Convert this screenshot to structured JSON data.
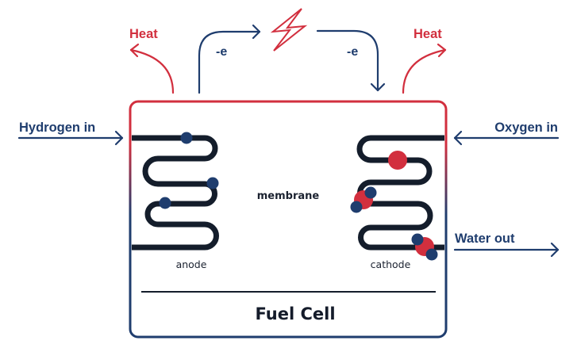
{
  "diagram": {
    "title": "Fuel Cell",
    "labels": {
      "heat_left": "Heat",
      "heat_right": "Heat",
      "electron_left": "-e",
      "electron_right": "-e",
      "hydrogen_in": "Hydrogen in",
      "oxygen_in": "Oxygen in",
      "water_out": "Water out",
      "anode": "anode",
      "cathode": "cathode",
      "membrane": "membrane"
    },
    "icons": {
      "power": "lightning-bolt-icon"
    },
    "colors": {
      "heat": "#d22f3e",
      "flow": "#1f3d6e",
      "electrode": "#141d2b",
      "hydrogen_atom": "#1f3d6e",
      "oxygen_atom": "#d22f3e",
      "box_top": "#d22f3e",
      "box_bottom": "#1f3d6e"
    },
    "molecules": {
      "anode_hydrogen_count": 3,
      "cathode_oxygen_count": 1,
      "cathode_water_count": 2
    }
  }
}
